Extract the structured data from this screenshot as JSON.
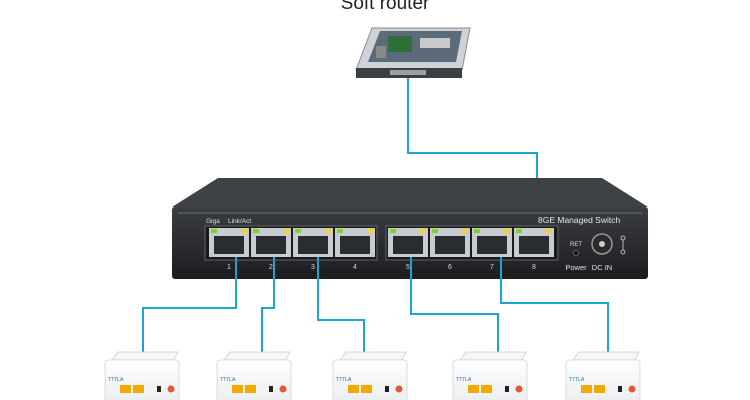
{
  "router": {
    "label": "Soft router"
  },
  "switch": {
    "model_label": "8GE Managed Switch",
    "led_labels": {
      "giga": "Giga",
      "link": "Link/Act"
    },
    "ports": [
      "1",
      "2",
      "3",
      "4",
      "5",
      "6",
      "7",
      "8"
    ],
    "reset_label": "RET",
    "power_label": "Power",
    "dc_label": "DC IN"
  },
  "onu": {
    "brand_label": "TTTLA"
  },
  "colors": {
    "cable": "#1aa6d2",
    "chassis": "#2b2d31",
    "led_green": "#7ed321",
    "led_yellow": "#f5d328"
  }
}
